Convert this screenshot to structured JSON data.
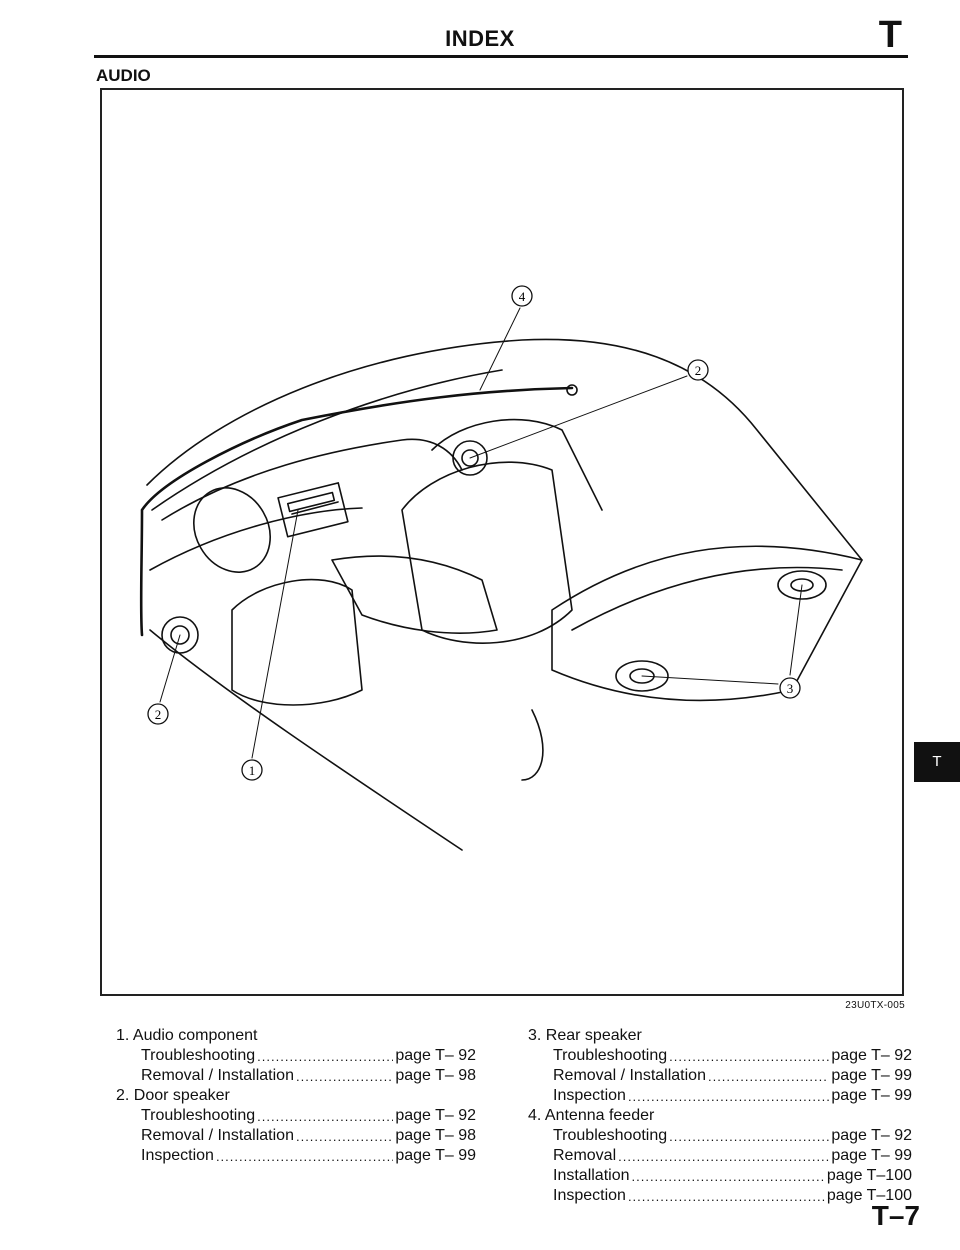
{
  "header": {
    "title": "INDEX",
    "section_letter": "T"
  },
  "section": {
    "heading": "AUDIO"
  },
  "figure": {
    "callouts": [
      "1",
      "2",
      "2",
      "3",
      "4"
    ],
    "code": "23U0TX-005"
  },
  "side_tab": {
    "label": "T"
  },
  "index": {
    "items": [
      {
        "heading": "1. Audio component",
        "entries": [
          {
            "label": "Troubleshooting",
            "page": "page T– 92"
          },
          {
            "label": "Removal / Installation",
            "page": "page T– 98"
          }
        ]
      },
      {
        "heading": "2. Door speaker",
        "entries": [
          {
            "label": "Troubleshooting",
            "page": "page T– 92"
          },
          {
            "label": "Removal / Installation",
            "page": "page T– 98"
          },
          {
            "label": "Inspection",
            "page": "page T– 99"
          }
        ]
      },
      {
        "heading": "3. Rear speaker",
        "entries": [
          {
            "label": "Troubleshooting",
            "page": "page T– 92"
          },
          {
            "label": "Removal / Installation",
            "page": "page T– 99"
          },
          {
            "label": "Inspection",
            "page": "page T– 99"
          }
        ]
      },
      {
        "heading": "4. Antenna feeder",
        "entries": [
          {
            "label": "Troubleshooting",
            "page": "page T– 92"
          },
          {
            "label": "Removal",
            "page": "page T– 99"
          },
          {
            "label": "Installation",
            "page": "page T–100"
          },
          {
            "label": "Inspection",
            "page": "page T–100"
          }
        ]
      }
    ]
  },
  "footer": {
    "page_number": "T–7"
  }
}
